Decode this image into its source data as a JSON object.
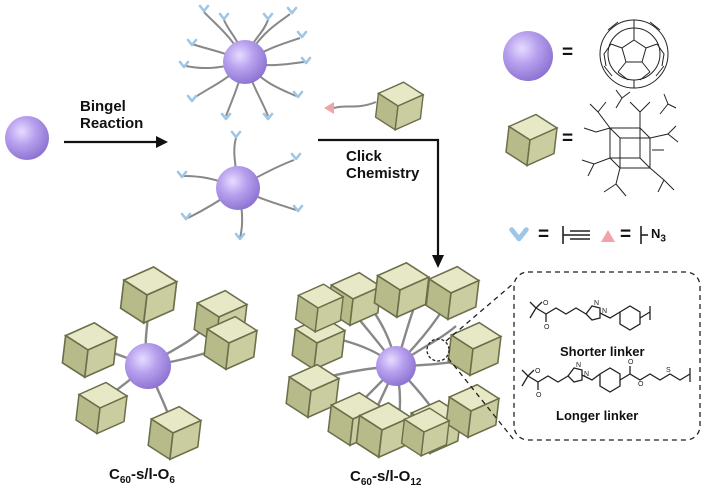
{
  "steps": {
    "bingel": [
      "Bingel",
      "Reaction"
    ],
    "click": [
      "Click",
      "Chemistry"
    ]
  },
  "legend": {
    "equals": "=",
    "azide": "N",
    "azide_sub": "3"
  },
  "products": {
    "o6": {
      "main": "C",
      "sub1": "60",
      "mid": "-s/l-O",
      "sub2": "6"
    },
    "o12": {
      "main": "C",
      "sub1": "60",
      "mid": "-s/l-O",
      "sub2": "12"
    }
  },
  "linkers": {
    "short": "Shorter linker",
    "long": "Longer linker"
  },
  "colors": {
    "fullerene": "#b9a2f0",
    "cube": "#c9cd9f",
    "alkyne_mark": "#a9cce6",
    "azide_mark": "#f0a3a8"
  }
}
